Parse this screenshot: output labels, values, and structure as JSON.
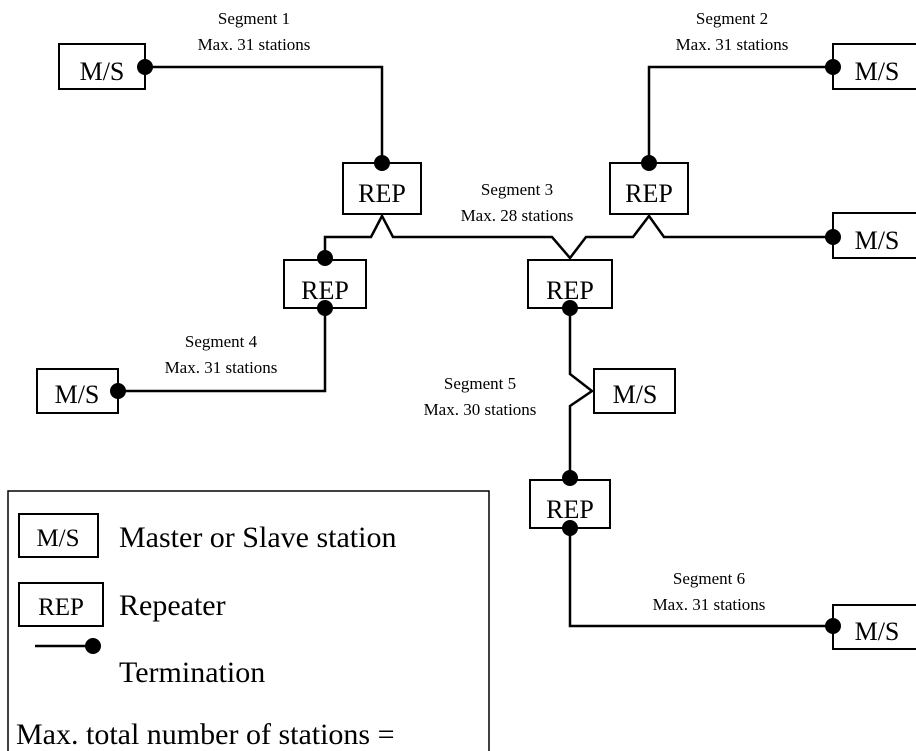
{
  "segments": [
    {
      "name": "Segment 1",
      "max": "Max. 31 stations"
    },
    {
      "name": "Segment 2",
      "max": "Max. 31 stations"
    },
    {
      "name": "Segment 3",
      "max": "Max. 28 stations"
    },
    {
      "name": "Segment 4",
      "max": "Max. 31 stations"
    },
    {
      "name": "Segment 5",
      "max": "Max. 30 stations"
    },
    {
      "name": "Segment 6",
      "max": "Max. 31 stations"
    }
  ],
  "node_labels": {
    "station": "M/S",
    "repeater": "REP"
  },
  "legend": {
    "station_box": "M/S",
    "station_text": "Master or Slave station",
    "repeater_box": "REP",
    "repeater_text": "Repeater",
    "termination_text": "Termination",
    "total_text": "Max. total number of stations ="
  }
}
